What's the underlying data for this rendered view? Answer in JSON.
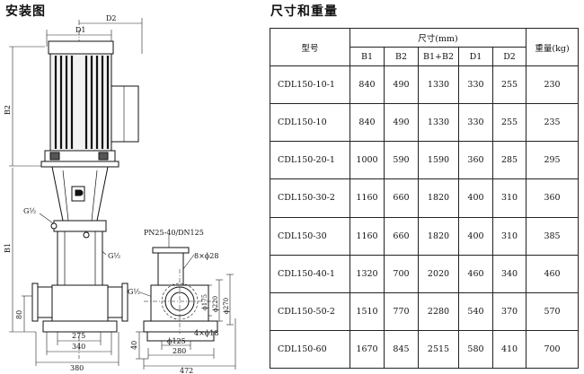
{
  "section_titles": {
    "installation": "安装图",
    "dimensions": "尺寸和重量"
  },
  "drawing_labels": {
    "d1": "D1",
    "d2": "D2",
    "b1": "B1",
    "b2": "B2",
    "dim_80": "80",
    "dim_275": "275",
    "dim_340": "340",
    "dim_380": "380",
    "pipe_thread_inlet": "G½",
    "pipe_thread_drain": "G½",
    "pipe_thread_side": "G½",
    "flange_spec": "PN25-40/DN125",
    "bolts_top": "8×ϕ28",
    "bolts_bottom": "4×ϕ18",
    "dim_phi175": "ϕ175",
    "dim_phi220": "ϕ220",
    "dim_phi270": "ϕ270",
    "dim_phi125": "ϕ125",
    "dim_40": "40",
    "dim_280": "280",
    "dim_472": "472"
  },
  "table": {
    "header": {
      "model": "型号",
      "dimensions_group": "尺寸(mm)",
      "weight": "重量(kg)",
      "columns": [
        "B1",
        "B2",
        "B1+B2",
        "D1",
        "D2"
      ]
    },
    "rows": [
      {
        "model": "CDL150-10-1",
        "b1": "840",
        "b2": "490",
        "b1b2": "1330",
        "d1": "330",
        "d2": "255",
        "weight": "230"
      },
      {
        "model": "CDL150-10",
        "b1": "840",
        "b2": "490",
        "b1b2": "1330",
        "d1": "330",
        "d2": "255",
        "weight": "235"
      },
      {
        "model": "CDL150-20-1",
        "b1": "1000",
        "b2": "590",
        "b1b2": "1590",
        "d1": "360",
        "d2": "285",
        "weight": "295"
      },
      {
        "model": "CDL150-30-2",
        "b1": "1160",
        "b2": "660",
        "b1b2": "1820",
        "d1": "400",
        "d2": "310",
        "weight": "360"
      },
      {
        "model": "CDL150-30",
        "b1": "1160",
        "b2": "660",
        "b1b2": "1820",
        "d1": "400",
        "d2": "310",
        "weight": "385"
      },
      {
        "model": "CDL150-40-1",
        "b1": "1320",
        "b2": "700",
        "b1b2": "2020",
        "d1": "460",
        "d2": "340",
        "weight": "460"
      },
      {
        "model": "CDL150-50-2",
        "b1": "1510",
        "b2": "770",
        "b1b2": "2280",
        "d1": "540",
        "d2": "370",
        "weight": "570"
      },
      {
        "model": "CDL150-60",
        "b1": "1670",
        "b2": "845",
        "b1b2": "2515",
        "d1": "580",
        "d2": "410",
        "weight": "700"
      }
    ]
  }
}
